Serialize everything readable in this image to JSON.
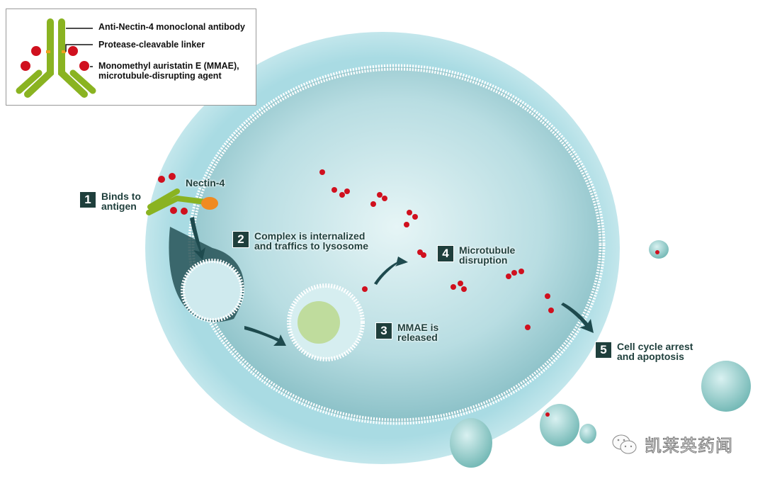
{
  "legend": {
    "antibody": "Anti-Nectin-4 monoclonal antibody",
    "linker": "Protease-cleavable linker",
    "mmae_line1": "Monomethyl auristatin E (MMAE),",
    "mmae_line2": "microtubule-disrupting agent"
  },
  "antigen_label": "Nectin-4",
  "steps": [
    {
      "num": "1",
      "line1": "Binds to",
      "line2": "antigen"
    },
    {
      "num": "2",
      "line1": "Complex is internalized",
      "line2": "and traffics to lysosome"
    },
    {
      "num": "3",
      "line1": "MMAE is",
      "line2": "released"
    },
    {
      "num": "4",
      "line1": "Microtubule",
      "line2": "disruption"
    },
    {
      "num": "5",
      "line1": "Cell cycle arrest",
      "line2": "and apoptosis"
    }
  ],
  "watermark": "凯莱英药闻",
  "colors": {
    "antibody": "#8ab321",
    "payload": "#d0101e",
    "linker": "#f0a020",
    "label": "#1f3f3c",
    "cell": "#bfe3e8"
  }
}
